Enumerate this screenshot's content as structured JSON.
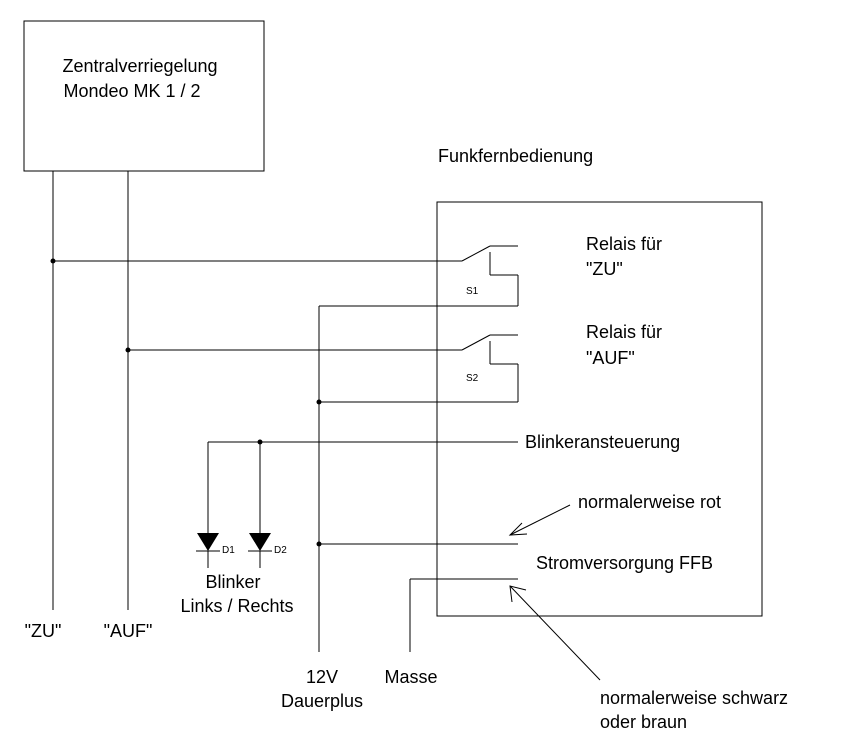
{
  "modules": {
    "central_locking": {
      "line1": "Zentralverriegelung",
      "line2": "Mondeo MK 1 / 2"
    },
    "remote": {
      "title": "Funkfernbedienung"
    }
  },
  "relays": {
    "zu": {
      "line1": "Relais für",
      "line2": "\"ZU\"",
      "switch": "S1"
    },
    "auf": {
      "line1": "Relais für",
      "line2": "\"AUF\"",
      "switch": "S2"
    }
  },
  "signals": {
    "indicator_control": "Blinkeransteuerung",
    "power_supply": "Stromversorgung FFB",
    "note_red": "normalerweise rot",
    "note_black_line1": "normalerweise schwarz",
    "note_black_line2": "oder braun"
  },
  "diodes": {
    "d1": "D1",
    "d2": "D2",
    "label_line1": "Blinker",
    "label_line2": "Links / Rechts"
  },
  "terminals": {
    "zu": "\"ZU\"",
    "auf": "\"AUF\"",
    "plus_line1": "12V",
    "plus_line2": "Dauerplus",
    "ground": "Masse"
  },
  "colors": {
    "line": "#000000",
    "background": "#ffffff"
  }
}
